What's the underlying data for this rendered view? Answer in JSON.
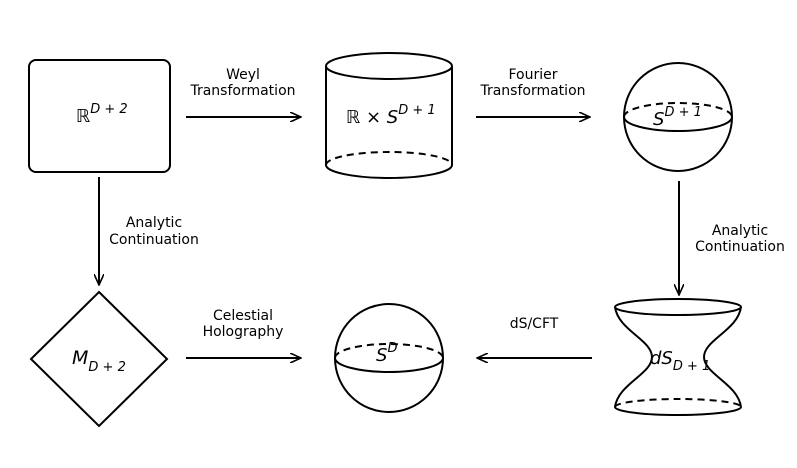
{
  "nodes": {
    "flat_space": {
      "base": "ℝ",
      "sup": "D + 2"
    },
    "cylinder": {
      "base_left": "ℝ × ",
      "base": "S",
      "sup": "D + 1"
    },
    "sphere_top": {
      "base": "S",
      "sup": "D + 1"
    },
    "minkowski": {
      "base": "M",
      "sub": "D + 2"
    },
    "celestial_sphere": {
      "base": "S",
      "sup": "D"
    },
    "de_sitter": {
      "base": "dS",
      "sub": "D + 1"
    }
  },
  "edges": {
    "weyl": {
      "line1": "Weyl",
      "line2": "Transformation"
    },
    "fourier": {
      "line1": "Fourier",
      "line2": "Transformation"
    },
    "analytic_left": {
      "line1": "Analytic",
      "line2": "Continuation"
    },
    "analytic_right": {
      "line1": "Analytic",
      "line2": "Continuation"
    },
    "celestial": {
      "line1": "Celestial",
      "line2": "Holography"
    },
    "ds_cft": {
      "line1": "dS/CFT"
    }
  }
}
